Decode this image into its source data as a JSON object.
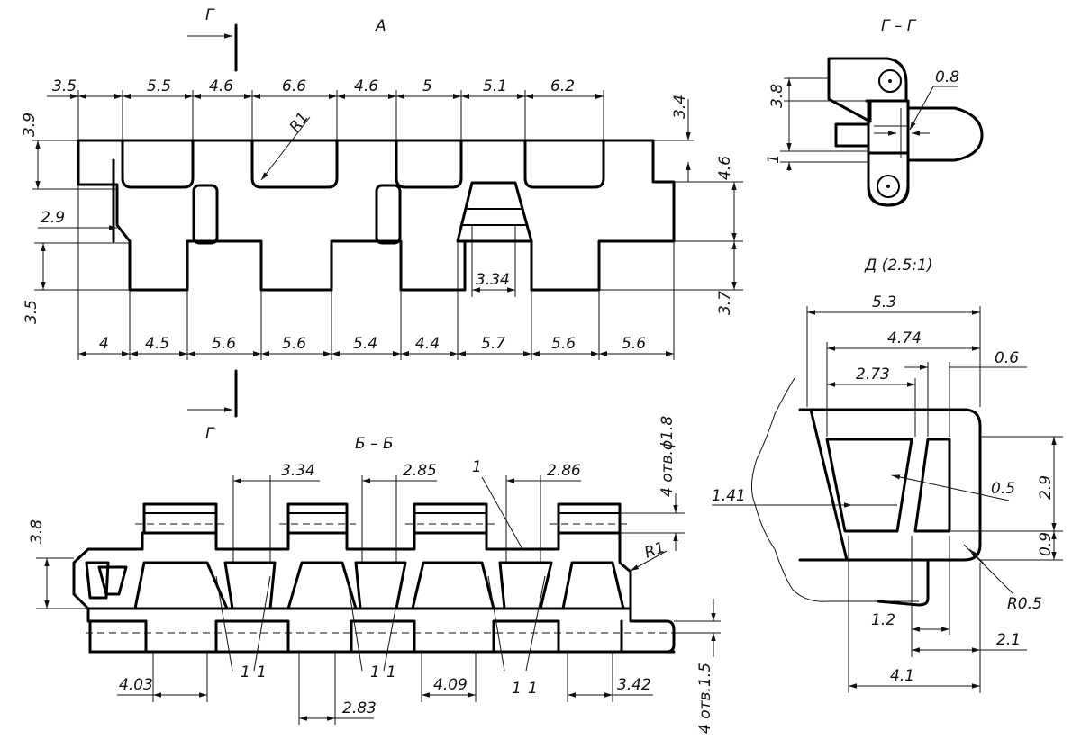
{
  "views": {
    "a": {
      "title": "А"
    },
    "g_mark_top": "Г",
    "g_mark_bottom": "Г",
    "section_gg": {
      "title": "Г – Г"
    },
    "section_bb": {
      "title": "Б – Б"
    },
    "detail_d": {
      "title": "Д (2.5:1)"
    }
  },
  "dims_a": {
    "top": [
      "3.5",
      "5.5",
      "4.6",
      "6.6",
      "4.6",
      "5",
      "5.1",
      "6.2"
    ],
    "bottom": [
      "4",
      "4.5",
      "5.6",
      "5.6",
      "5.4",
      "4.4",
      "5.7",
      "5.6",
      "5.6"
    ],
    "left_39": "3.9",
    "left_29": "2.9",
    "left_35": "3.5",
    "right_34": "3.4",
    "right_46": "4.6",
    "right_37": "3.7",
    "inner_334": "3.34",
    "radius": "R1"
  },
  "dims_gg": {
    "d38": "3.8",
    "d08": "0.8",
    "d1": "1"
  },
  "dims_bb": {
    "top_334": "3.34",
    "top_285": "2.85",
    "top_1": "1",
    "top_286": "2.86",
    "holes_top": "4 отв.ϕ1.8",
    "left_38": "3.8",
    "radius": "R1",
    "holes_bottom": "4 отв.1.5",
    "b_403": "4.03",
    "b_283": "2.83",
    "b_409": "4.09",
    "b_342": "3.42",
    "ones": [
      "1",
      "1",
      "1",
      "1",
      "1",
      "1"
    ]
  },
  "dims_d": {
    "d53": "5.3",
    "d474": "4.74",
    "d06": "0.6",
    "d273": "2.73",
    "d141": "1.41",
    "d05": "0.5",
    "d29": "2.9",
    "d09": "0.9",
    "r05": "R0.5",
    "d12": "1.2",
    "d21": "2.1",
    "d41": "4.1"
  }
}
